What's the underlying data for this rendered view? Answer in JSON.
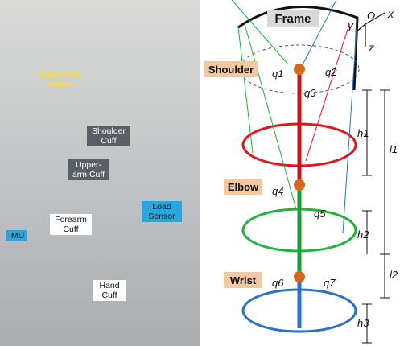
{
  "photo": {
    "adjustable_sliders": "Adjustable sliders",
    "shoulder_cuff": "Shoulder Cuff",
    "upper_arm_cuff": "Upper-arm Cuff",
    "forearm_cuff": "Forearm Cuff",
    "hand_cuff": "Hand Cuff",
    "imu": "IMU",
    "load_sensor": "Load Sensor"
  },
  "diagram": {
    "frame_label": "Frame",
    "origin_label": "O",
    "axis_x": "x",
    "axis_y": "y",
    "axis_z": "z",
    "joints": {
      "shoulder": "Shoulder",
      "elbow": "Elbow",
      "wrist": "Wrist"
    },
    "q_labels": [
      "q1",
      "q2",
      "q3",
      "q4",
      "q5",
      "q6",
      "q7"
    ],
    "h_labels": [
      "h1",
      "h2",
      "h3"
    ],
    "l_labels": [
      "l1",
      "l2"
    ],
    "colors": {
      "label_box": "#f2c8a0",
      "frame_box": "#d9d9d9",
      "joint": "#d2691e",
      "upper_ring": "#e8141b",
      "mid_ring": "#1fb33a",
      "lower_ring": "#2a72c9"
    }
  }
}
